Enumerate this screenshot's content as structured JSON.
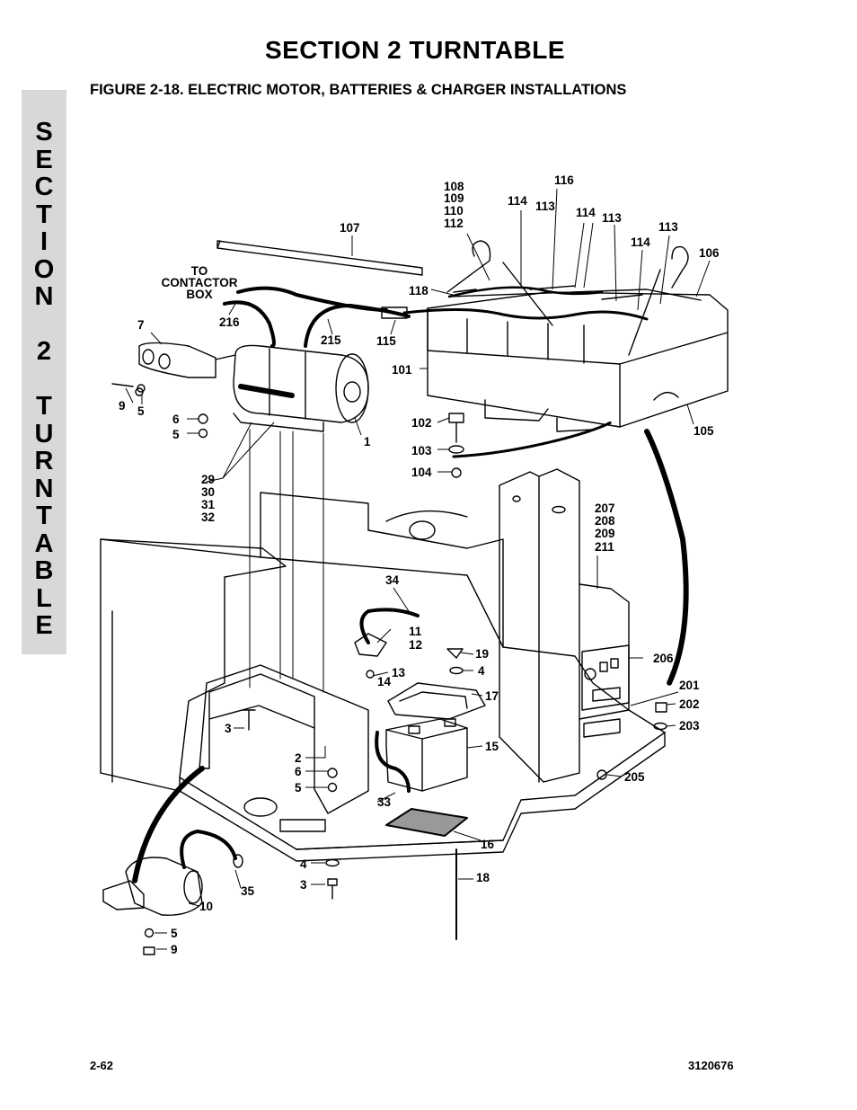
{
  "header": {
    "section_title": "SECTION 2  TURNTABLE",
    "figure_title": "FIGURE 2-18.  ELECTRIC MOTOR, BATTERIES & CHARGER INSTALLATIONS"
  },
  "side_tab": {
    "letters": [
      "S",
      "E",
      "C",
      "T",
      "I",
      "O",
      "N",
      "",
      "2",
      "",
      "T",
      "U",
      "R",
      "N",
      "T",
      "A",
      "B",
      "L",
      "E"
    ]
  },
  "diagram": {
    "note_lines": [
      "TO",
      "CONTACTOR",
      "BOX"
    ],
    "callouts": {
      "c108": "108",
      "c109": "109",
      "c110": "110",
      "c112": "112",
      "c116": "116",
      "c114a": "114",
      "c113a": "113",
      "c114b": "114",
      "c113b": "113",
      "c114c": "114",
      "c113c": "113",
      "c107": "107",
      "c106": "106",
      "c118": "118",
      "c216": "216",
      "c215": "215",
      "c115": "115",
      "c101": "101",
      "c7": "7",
      "c9a": "9",
      "c5a": "5",
      "c6a": "6",
      "c5b": "5",
      "c1": "1",
      "c102": "102",
      "c103": "103",
      "c104": "104",
      "c105": "105",
      "c29": "29",
      "c30": "30",
      "c31": "31",
      "c32": "32",
      "c207": "207",
      "c208": "208",
      "c209": "209",
      "c211": "211",
      "c34": "34",
      "c11": "11",
      "c12": "12",
      "c13": "13",
      "c14": "14",
      "c19": "19",
      "c4a": "4",
      "c17": "17",
      "c206": "206",
      "c201": "201",
      "c202": "202",
      "c203": "203",
      "c3a": "3",
      "c2": "2",
      "c6b": "6",
      "c5c": "5",
      "c15": "15",
      "c33": "33",
      "c205": "205",
      "c16": "16",
      "c4b": "4",
      "c3b": "3",
      "c18": "18",
      "c35": "35",
      "c10": "10",
      "c5d": "5",
      "c9b": "9"
    }
  },
  "footer": {
    "page_number": "2-62",
    "document_number": "3120676"
  }
}
